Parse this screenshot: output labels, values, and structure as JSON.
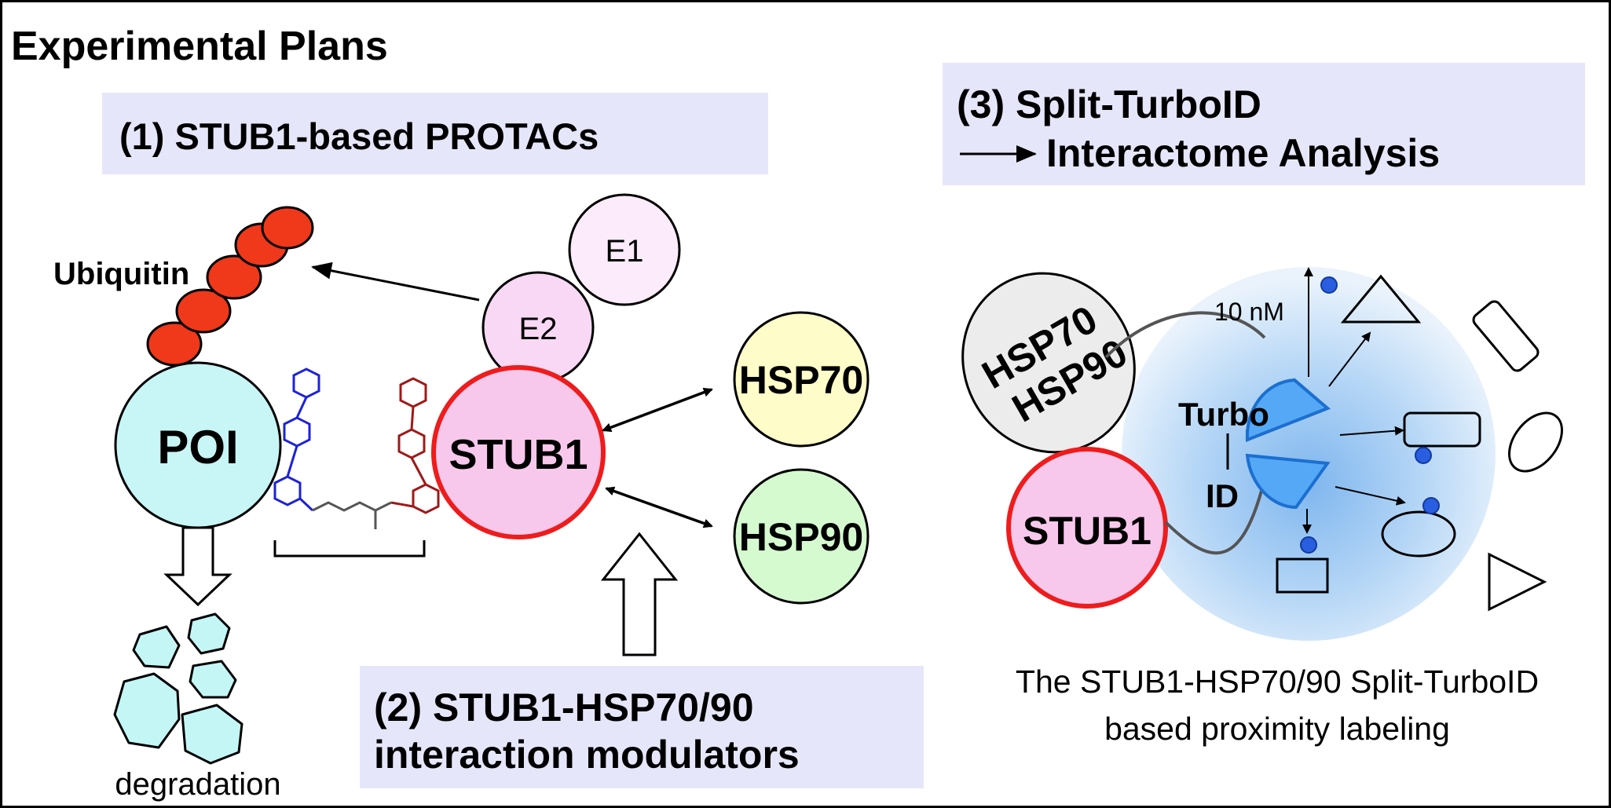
{
  "title": "Experimental Plans",
  "panel1": {
    "heading": "(1) STUB1-based PROTACs",
    "poi_label": "POI",
    "ubiquitin_label": "Ubiquitin",
    "e1_label": "E1",
    "e2_label": "E2",
    "stub1_label": "STUB1",
    "degradation_label": "degradation"
  },
  "panel2": {
    "heading_line1": "(2) STUB1-HSP70/90",
    "heading_line2": "interaction modulators",
    "hsp70_label": "HSP70",
    "hsp90_label": "HSP90"
  },
  "panel3": {
    "heading_line1": "(3) Split-TurboID",
    "heading_line2": "Interactome Analysis",
    "hsp70_label": "HSP70",
    "hsp90_label": "HSP90",
    "stub1_label": "STUB1",
    "turbo_label": "Turbo",
    "id_label": "ID",
    "radius_label": "10 nM",
    "caption_line1": "The STUB1-HSP70/90 Split-TurboID",
    "caption_line2": "based proximity labeling"
  },
  "colors": {
    "panel_label_bg": "#e6e6fa",
    "poi": "#c8f5f5",
    "ubiquitin": "#f0381a",
    "stub1": "#f8c8ec",
    "stub1_border": "#ee1c1c",
    "e1": "#fcebfa",
    "e2": "#f8d8f4",
    "hsp70": "#fefcc8",
    "hsp90": "#d6fad0",
    "chaperone_complex": "#ececec",
    "labeling_cloud": "#8fbef0",
    "turboid": "#55a8f5",
    "biotin": "#2a5ee0",
    "degradation_fragment": "#c4f6f6",
    "linker_blue": "#1d22d8",
    "linker_red": "#a01818"
  }
}
